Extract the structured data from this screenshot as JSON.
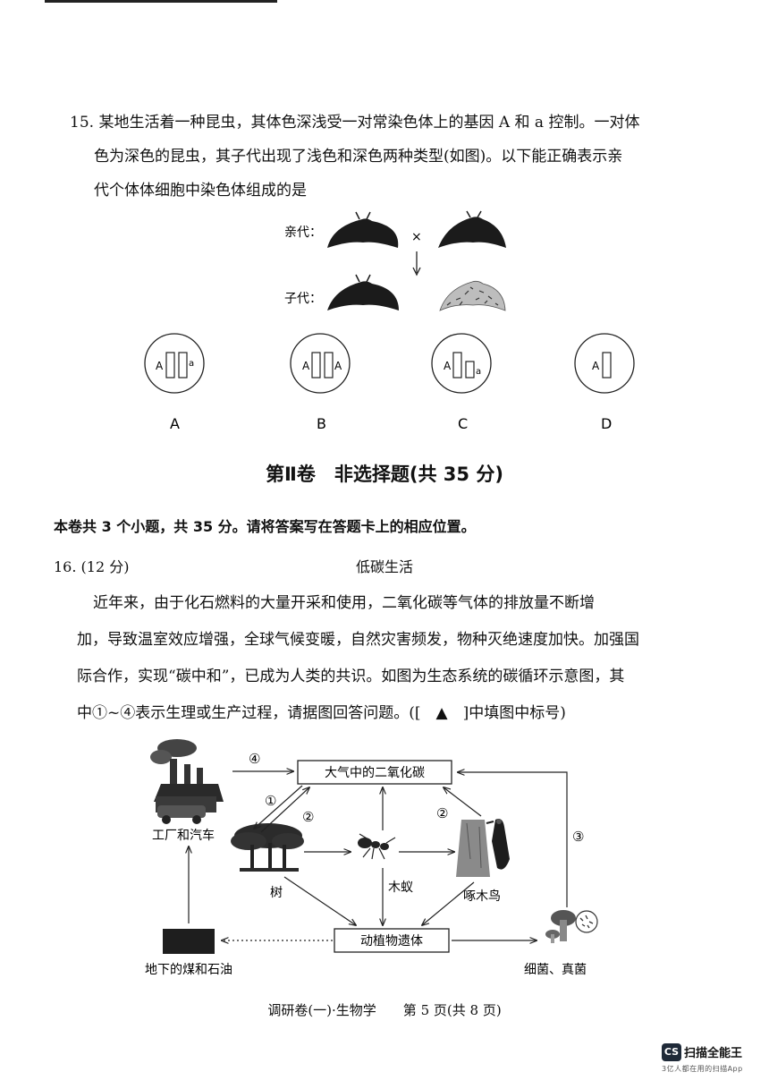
{
  "q15": {
    "line1": "15. 某地生活着一种昆虫，其体色深浅受一对常染色体上的基因 A 和 a 控制。一对体",
    "line2": "色为深色的昆虫，其子代出现了浅色和深色两种类型(如图)。以下能正确表示亲",
    "line3": "代个体体细胞中染色体组成的是",
    "parent_label": "亲代：",
    "offspring_label": "子代：",
    "cross_symbol": "×",
    "options": [
      {
        "letter": "A",
        "genes": [
          "A",
          "a"
        ]
      },
      {
        "letter": "B",
        "genes": [
          "A",
          "A"
        ]
      },
      {
        "letter": "C",
        "genes": [
          "A",
          "a"
        ]
      },
      {
        "letter": "D",
        "genes": [
          "A"
        ]
      }
    ]
  },
  "section": {
    "title": "第Ⅱ卷　非选择题(共 35 分)",
    "intro": "本卷共 3 个小题，共 35 分。请将答案写在答题卡上的相应位置。"
  },
  "q16": {
    "number": "16. (12 分)",
    "title": "低碳生活",
    "p1": "近年来，由于化石燃料的大量开采和使用，二氧化碳等气体的排放量不断增",
    "p2": "加，导致温室效应增强，全球气候变暖，自然灾害频发，物种灭绝速度加快。加强国",
    "p3": "际合作，实现“碳中和”，已成为人类的共识。如图为生态系统的碳循环示意图，其",
    "p4": "中①~④表示生理或生产过程，请据图回答问题。([　▲　]中填图中标号)"
  },
  "diagram": {
    "co2_box": "大气中的二氧化碳",
    "remains_box": "动植物遗体",
    "factory": "工厂和汽车",
    "tree": "树",
    "ant": "木蚁",
    "woodpecker": "啄木鸟",
    "coal": "地下的煤和石油",
    "microbes": "细菌、真菌",
    "n1": "①",
    "n2a": "②",
    "n2b": "②",
    "n3": "③",
    "n4": "④"
  },
  "footer": "调研卷(一)·生物学　　第 5 页(共 8 页)",
  "logo": {
    "badge": "CS",
    "name": "扫描全能王",
    "tagline": "3亿人都在用的扫描App"
  }
}
